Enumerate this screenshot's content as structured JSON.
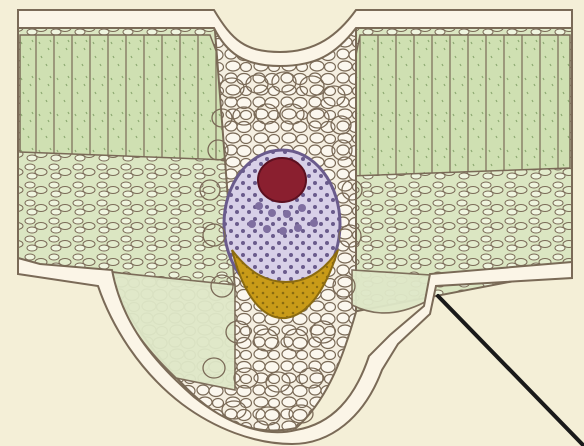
{
  "diagram": {
    "kind": "leaf-cross-section-illustration",
    "caption": "",
    "colors": {
      "paper": "#f4efd7",
      "cell_outline": "#7a6a57",
      "epidermis_fill": "#fbf5e7",
      "palisade_fill": "#cfe0b2",
      "palisade_shadow": "#a9c08e",
      "spongy_fill": "#dbe6c2",
      "midrib_fill": "#f5efe1",
      "xylem_fill": "#8a1f2f",
      "vascular_ring": "#6a5b8c",
      "phloem_fill": "#c99b18",
      "pointer_line": "#1a1a1a"
    },
    "regions": [
      "upper-epidermis",
      "palisade-mesophyll",
      "spongy-mesophyll",
      "midrib-parenchyma",
      "xylem",
      "vascular-sheath",
      "phloem",
      "lower-epidermis",
      "label-pointer"
    ]
  }
}
